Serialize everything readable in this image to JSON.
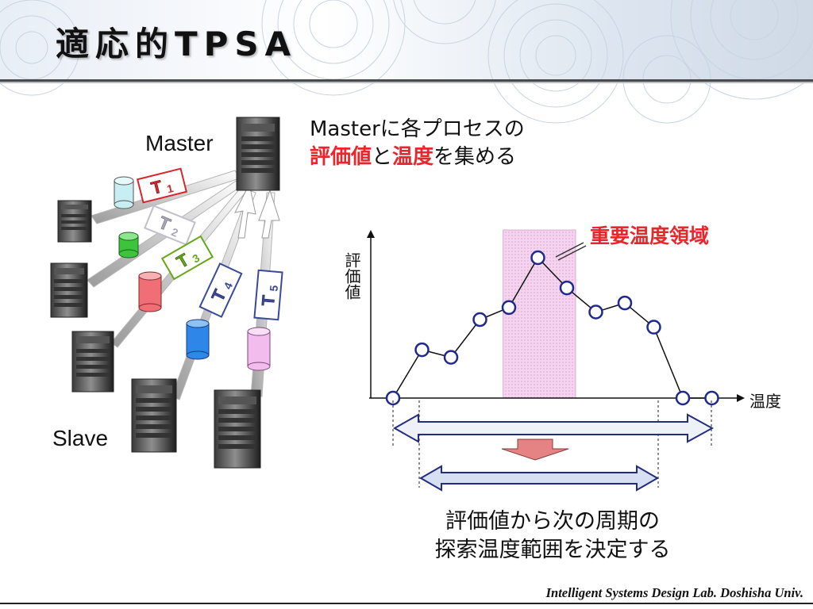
{
  "slide": {
    "title": "適応的TPSA",
    "master_label": "Master",
    "slave_label": "Slave",
    "tags": [
      {
        "letter": "T",
        "index": "1",
        "color": "#d8262c"
      },
      {
        "letter": "T",
        "index": "2",
        "color": "#a8a8b6"
      },
      {
        "letter": "T",
        "index": "3",
        "color": "#66a818"
      },
      {
        "letter": "T",
        "index": "4",
        "color": "#3a4a9a"
      },
      {
        "letter": "T",
        "index": "5",
        "color": "#3a4a9a"
      }
    ],
    "cylinder_colors": [
      "#c8eef3",
      "#3cc53c",
      "#f06e76",
      "#2e86e8",
      "#f2bcec"
    ],
    "description": {
      "line1": "Masterに各プロセスの",
      "eval": "評価値",
      "to": "と",
      "temp": "温度",
      "rest": "を集める"
    },
    "region_label": "重要温度領域",
    "conclusion": {
      "line1": "評価値から次の周期の",
      "line2": "探索温度範囲を決定する"
    },
    "footer": "Intelligent Systems Design Lab. Doshisha Univ."
  },
  "colors": {
    "accent_red": "#e8262c",
    "node_stroke": "#1f2a8c",
    "region_fill": "#f2c8ea",
    "band_arrow_fill": "#eef2f8",
    "band_arrow_stroke": "#232c80",
    "down_arrow_fill": "#e48284"
  },
  "chart_data": {
    "type": "line",
    "title": "",
    "xlabel": "温度",
    "ylabel": "評価値",
    "points": [
      {
        "x": 0,
        "y": 0
      },
      {
        "x": 1,
        "y": 0.32
      },
      {
        "x": 2,
        "y": 0.27
      },
      {
        "x": 3,
        "y": 0.52
      },
      {
        "x": 4,
        "y": 0.6
      },
      {
        "x": 5,
        "y": 0.93
      },
      {
        "x": 6,
        "y": 0.73
      },
      {
        "x": 7,
        "y": 0.57
      },
      {
        "x": 8,
        "y": 0.63
      },
      {
        "x": 9,
        "y": 0.47
      },
      {
        "x": 10,
        "y": 0
      },
      {
        "x": 11,
        "y": 0
      }
    ],
    "highlight_range": [
      3.8,
      6.3
    ]
  }
}
